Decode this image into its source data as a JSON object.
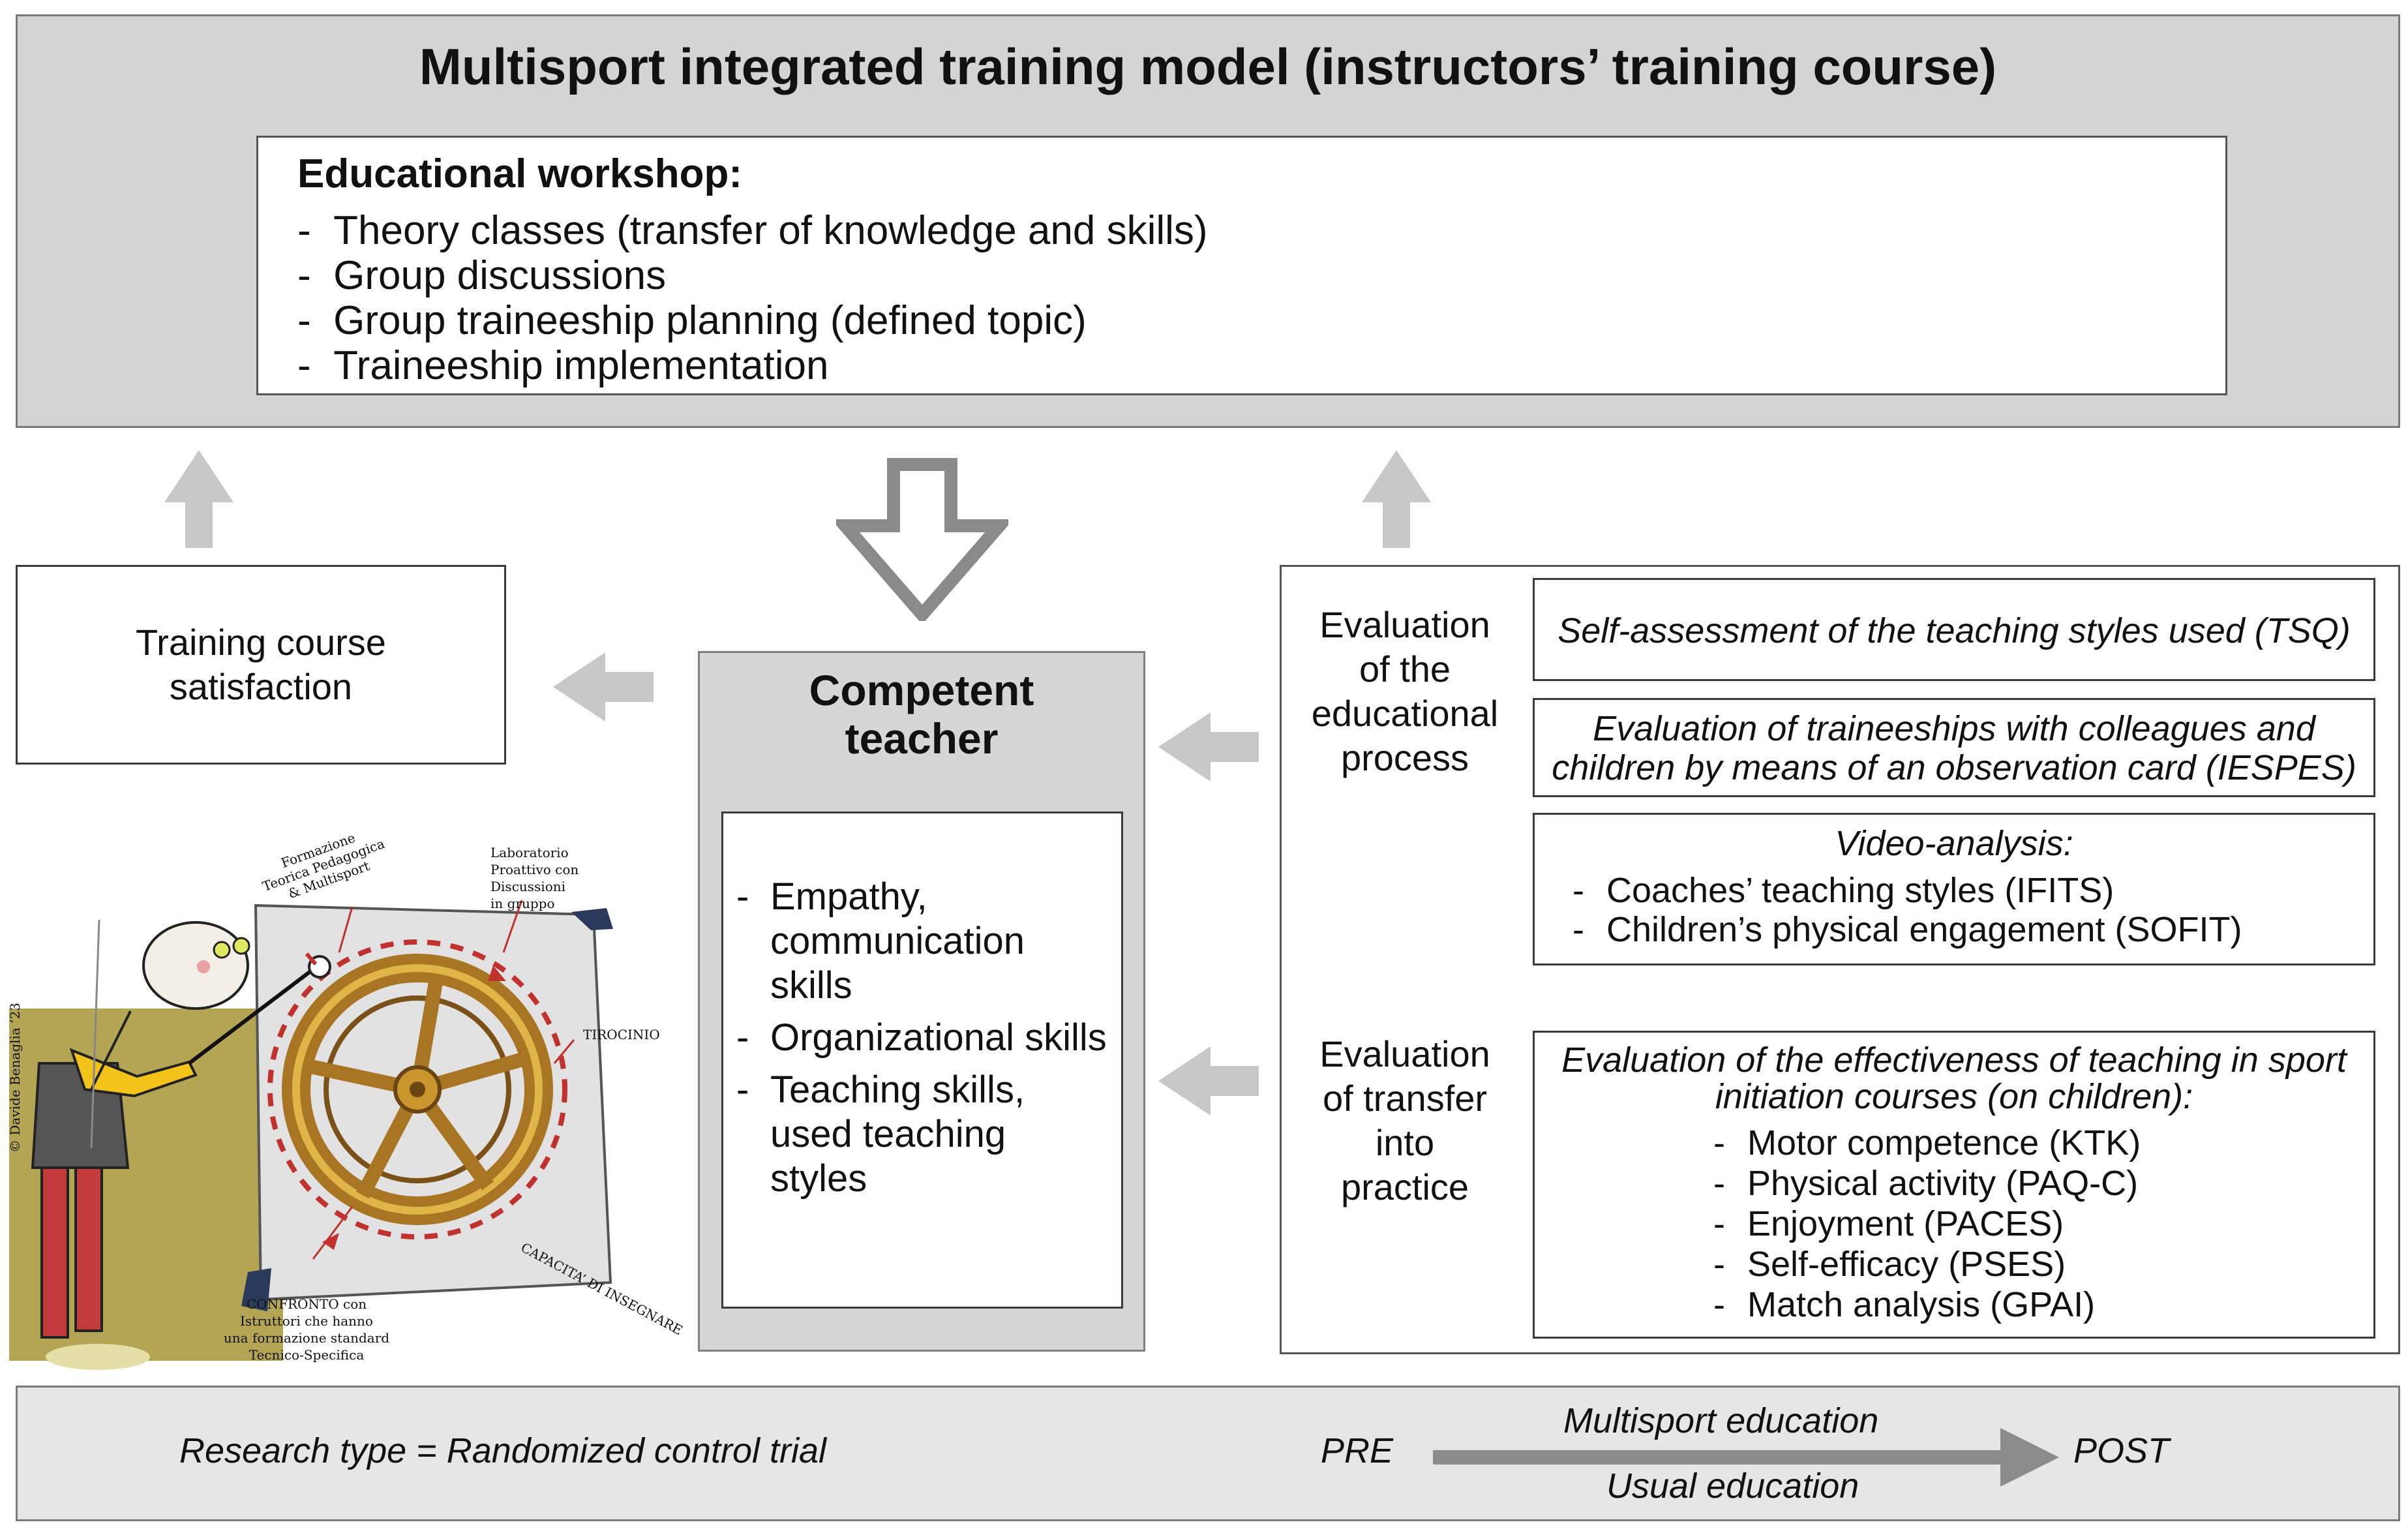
{
  "header": {
    "title": "Multisport integrated training model (instructors’ training course)"
  },
  "workshop": {
    "heading": "Educational workshop:",
    "items": [
      "Theory classes (transfer of knowledge and skills)",
      "Group discussions",
      "Group traineeship planning (defined topic)",
      "Traineeship implementation"
    ]
  },
  "satisfaction": {
    "line1": "Training course",
    "line2": "satisfaction"
  },
  "competent": {
    "title_line1": "Competent",
    "title_line2": "teacher",
    "items": [
      "Empathy, communication skills",
      "Organizational skills",
      "Teaching skills, used teaching styles"
    ]
  },
  "evaluation_process": {
    "label_lines": [
      "Evaluation",
      "of the",
      "educational",
      "process"
    ],
    "tsq": "Self-assessment of the teaching styles used (TSQ)",
    "iespes_line1": "Evaluation of traineeships with colleagues and",
    "iespes_line2": "children by means of an observation card (IESPES)",
    "video_heading": "Video-analysis:",
    "video_items": [
      "Coaches’ teaching styles (IFITS)",
      "Children’s physical engagement (SOFIT)"
    ]
  },
  "evaluation_transfer": {
    "label_lines": [
      "Evaluation",
      "of transfer",
      "into",
      "practice"
    ],
    "heading_line1": "Evaluation of the effectiveness of teaching in sport",
    "heading_line2": "initiation courses (on children):",
    "items": [
      "Motor competence (KTK)",
      "Physical activity (PAQ-C)",
      "Enjoyment (PACES)",
      "Self-efficacy (PSES)",
      "Match analysis (GPAI)"
    ]
  },
  "illustration": {
    "label_formazione": "Formazione Teorica Pedagogica & Multisport",
    "label_laboratorio_1": "Laboratorio",
    "label_laboratorio_2": "Proattivo con",
    "label_laboratorio_3": "Discussioni",
    "label_laboratorio_4": "in gruppo",
    "label_tirocinio": "TIROCINIO",
    "label_capacita": "CAPACITA’ DI INSEGNARE",
    "label_confronto_1": "CONFRONTO con",
    "label_confronto_2": "Istruttori che hanno",
    "label_confronto_3": "una formazione standard",
    "label_confronto_4": "Tecnico-Specifica",
    "credit": "© Davide Benaglia ’23"
  },
  "footer": {
    "research_type": "Research type = Randomized control trial",
    "pre": "PRE",
    "post": "POST",
    "multisport": "Multisport education",
    "usual": "Usual education"
  },
  "colors": {
    "panel_grey": "#d4d4d4",
    "arrow_grey": "#c8c8c8",
    "outline_arrow": "#8a8a8a",
    "footer_arrow": "#8c8c8c",
    "wheel_gold": "#c9962e",
    "dashed_red": "#c0322d"
  }
}
